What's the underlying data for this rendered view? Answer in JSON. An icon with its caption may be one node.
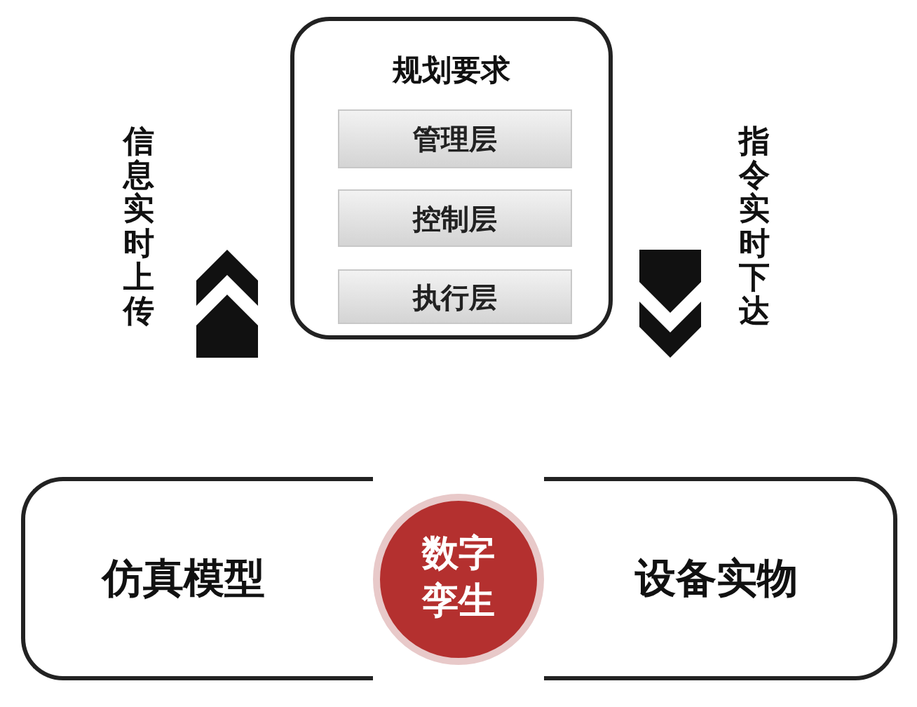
{
  "diagram": {
    "nodes": [
      {
        "text": [
          "规划要求"
        ]
      },
      {
        "text": [
          "管理层"
        ],
        "in": 0
      },
      {
        "text": [
          "控制层"
        ],
        "in": 0
      },
      {
        "text": [
          "执行层"
        ],
        "in": 0
      },
      {
        "text": [
          "仿真模型"
        ]
      },
      {
        "text": [
          "数字孪生"
        ]
      },
      {
        "text": [
          "设备实物"
        ]
      }
    ],
    "edges": [],
    "labels": [
      "信息实时上传",
      "指令实时下达"
    ]
  }
}
